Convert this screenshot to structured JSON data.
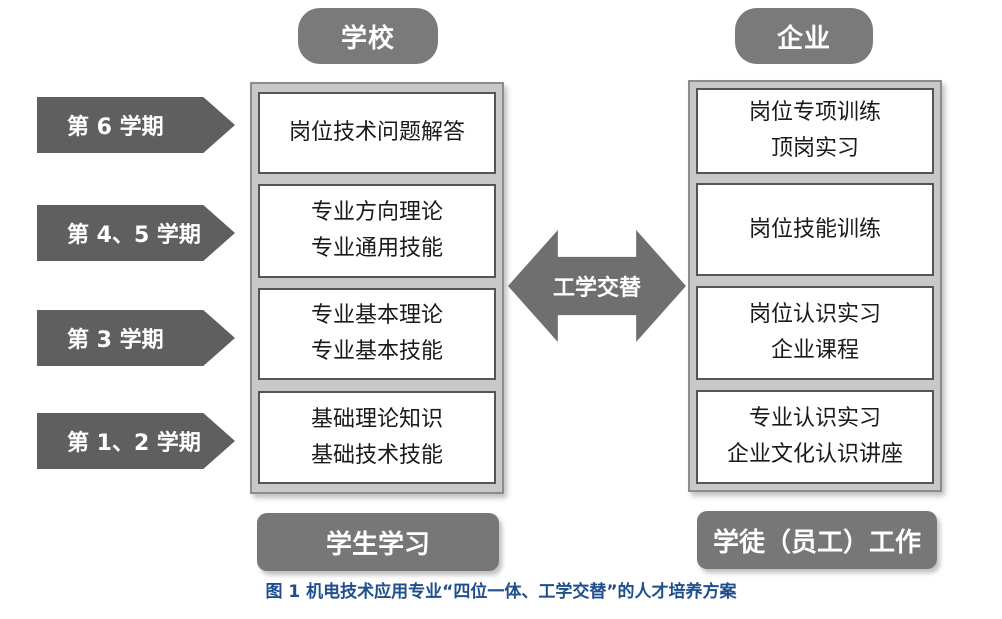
{
  "headers": {
    "school": "学校",
    "company": "企业"
  },
  "semesters": [
    "第 6 学期",
    "第 4、5 学期",
    "第 3 学期",
    "第 1、2 学期"
  ],
  "school_boxes": [
    {
      "lines": [
        "岗位技术问题解答"
      ]
    },
    {
      "lines": [
        "专业方向理论",
        "专业通用技能"
      ]
    },
    {
      "lines": [
        "专业基本理论",
        "专业基本技能"
      ]
    },
    {
      "lines": [
        "基础理论知识",
        "基础技术技能"
      ]
    }
  ],
  "company_boxes": [
    {
      "lines": [
        "岗位专项训练",
        "顶岗实习"
      ]
    },
    {
      "lines": [
        "岗位技能训练"
      ]
    },
    {
      "lines": [
        "岗位认识实习",
        "企业课程"
      ]
    },
    {
      "lines": [
        "专业认识实习",
        "企业文化认识讲座"
      ]
    }
  ],
  "center_arrow": "工学交替",
  "footers": {
    "student": "学生学习",
    "worker": "学徒（员工）工作"
  },
  "caption": "图 1 机电技术应用专业“四位一体、工学交替”的人才培养方案",
  "colors": {
    "dark_gray": "#5f5f5f",
    "mid_gray": "#7a7a7a",
    "panel_gray": "#c8c8c8",
    "caption_blue": "#1f4e8c"
  }
}
